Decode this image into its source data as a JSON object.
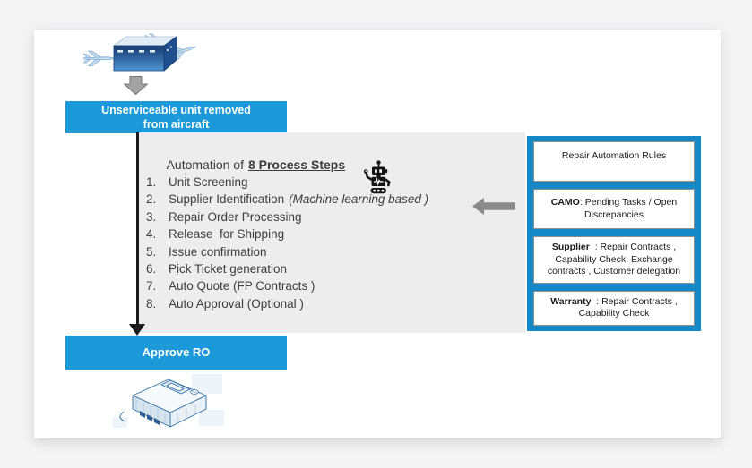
{
  "diagram": {
    "top_banner": {
      "line1": "Unserviceable unit removed",
      "line2": "from aircraft"
    },
    "bottom_banner": {
      "label": "Approve RO"
    },
    "process_box": {
      "title_prefix": "Automation of",
      "title_emphasis": "8 Process Steps",
      "steps": [
        {
          "num": "1.",
          "text": "Unit Screening",
          "note": ""
        },
        {
          "num": "2.",
          "text": "Supplier Identification",
          "note": "(Machine learning based )"
        },
        {
          "num": "3.",
          "text": "Repair Order Processing",
          "note": ""
        },
        {
          "num": "4.",
          "text": "Release  for Shipping",
          "note": ""
        },
        {
          "num": "5.",
          "text": "Issue confirmation",
          "note": ""
        },
        {
          "num": "6.",
          "text": "Pick Ticket generation",
          "note": ""
        },
        {
          "num": "7.",
          "text": "Auto Quote (FP Contracts )",
          "note": ""
        },
        {
          "num": "8.",
          "text": "Auto Approval (Optional )",
          "note": ""
        }
      ]
    },
    "rules_panel": {
      "boxes": [
        {
          "lead": "",
          "text": "Repair Automation Rules"
        },
        {
          "lead": "CAMO",
          "text": ": Pending Tasks / Open Discrepancies"
        },
        {
          "lead": "Supplier",
          "text": "  : Repair Contracts , Capability Check, Exchange contracts , Customer delegation"
        },
        {
          "lead": "Warranty",
          "text": "  : Repair Contracts , Capability Check"
        }
      ]
    },
    "icons": {
      "aircraft_unit": "aircraft-with-removed-unit",
      "down_arrow": "gray-down-block-arrow",
      "flow_connector": "black-down-arrow-line",
      "robot": "automation-robot",
      "left_arrow": "gray-left-block-arrow",
      "repaired_unit": "avionics-unit-isometric-drawing"
    },
    "colors": {
      "banner_blue": "#1b99d8",
      "panel_blue": "#1588c8",
      "process_bg": "#ededee",
      "connector_black": "#1b1b1b",
      "arrow_gray": "#8a8a8a",
      "text_dark": "#3d3d3d"
    }
  }
}
